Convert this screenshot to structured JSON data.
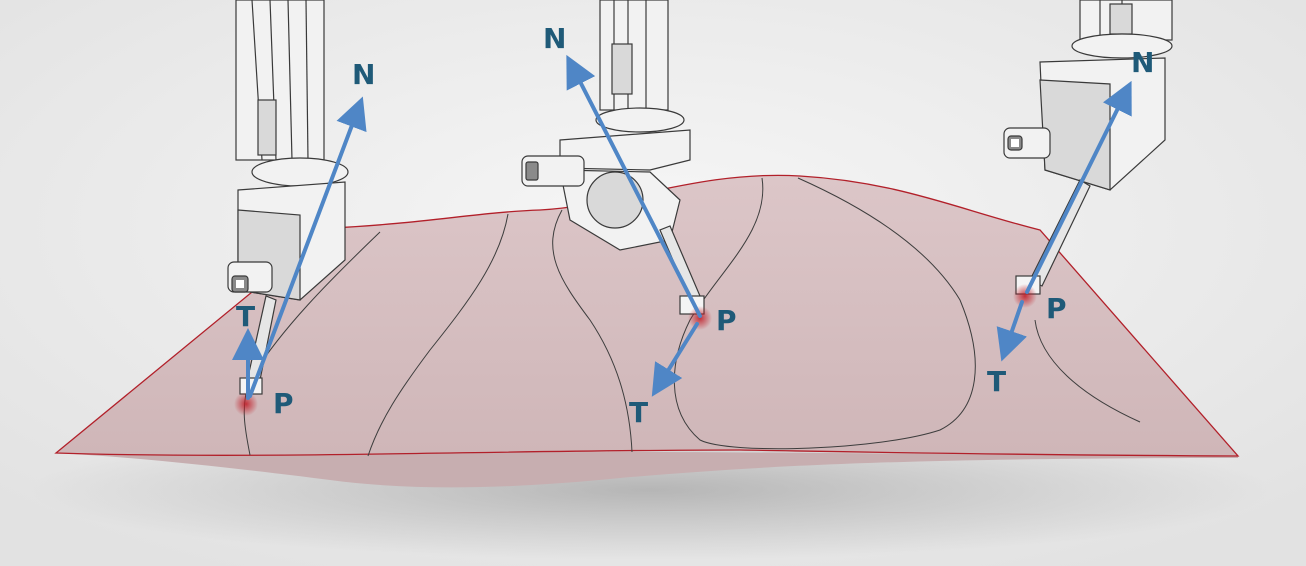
{
  "labels": {
    "normal": "N",
    "tangent": "T",
    "point": "P"
  },
  "colors": {
    "vector": "#4f86c6",
    "label": "#1f5a78",
    "surface_fill": "#d6bfc1",
    "surface_edge": "#b2202a",
    "contact_point": "#c0202a",
    "background": "#ececec"
  },
  "robots": [
    {
      "id": "left"
    },
    {
      "id": "center"
    },
    {
      "id": "right"
    }
  ]
}
